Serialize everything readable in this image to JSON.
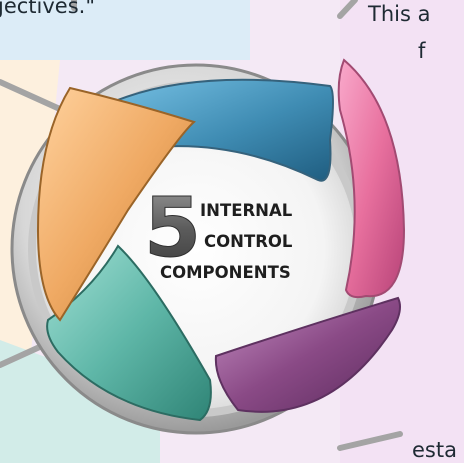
{
  "diagram": {
    "big_number": "5",
    "title_lines": [
      "INTERNAL",
      "CONTROL",
      "COMPONENTS"
    ],
    "segment_colors": {
      "top": "#3f8cb3",
      "right": "#e8709e",
      "bottom_right": "#8a4a86",
      "bottom_left": "#5fb7a8",
      "left": "#efa963"
    },
    "ring_color": "#8a8a8a"
  },
  "fragments": {
    "top_left": "jectives.\"",
    "top_right": "This a",
    "top_right_2": "f",
    "bottom_right": "esta"
  },
  "panel_colors": {
    "top_left": "#dcecf7",
    "left": "#fdf0de",
    "bottom_left": "#d2ece8",
    "right": "#f3e2f4",
    "divider": "#a4a4a4"
  }
}
